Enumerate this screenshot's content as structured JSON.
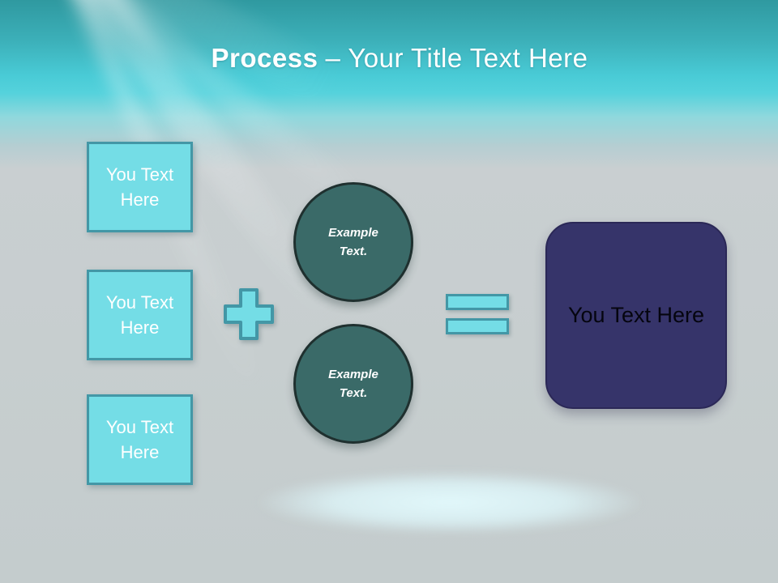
{
  "slide": {
    "title": {
      "emphasis": "Process",
      "separator": "–",
      "text": "Your Title Text Here"
    }
  },
  "diagram": {
    "input_boxes": [
      {
        "label": "You Text Here"
      },
      {
        "label": "You Text Here"
      },
      {
        "label": "You Text Here"
      }
    ],
    "operators": {
      "plus": "plus-icon",
      "equals": "equals-icon"
    },
    "circles": [
      {
        "label": "Example Text."
      },
      {
        "label": "Example Text."
      }
    ],
    "result_box": {
      "label": "You Text Here"
    }
  },
  "colors": {
    "box_fill": "#74dde6",
    "box_border": "#4397a6",
    "circle_fill": "#3a6a68",
    "circle_border": "#1f302f",
    "result_fill": "#36346a",
    "result_border": "#2b2857",
    "header_teal_top": "#2f99a0",
    "header_teal_bright": "#49cbd6",
    "body_gray": "#c7cecf",
    "title_text": "#ffffff"
  }
}
